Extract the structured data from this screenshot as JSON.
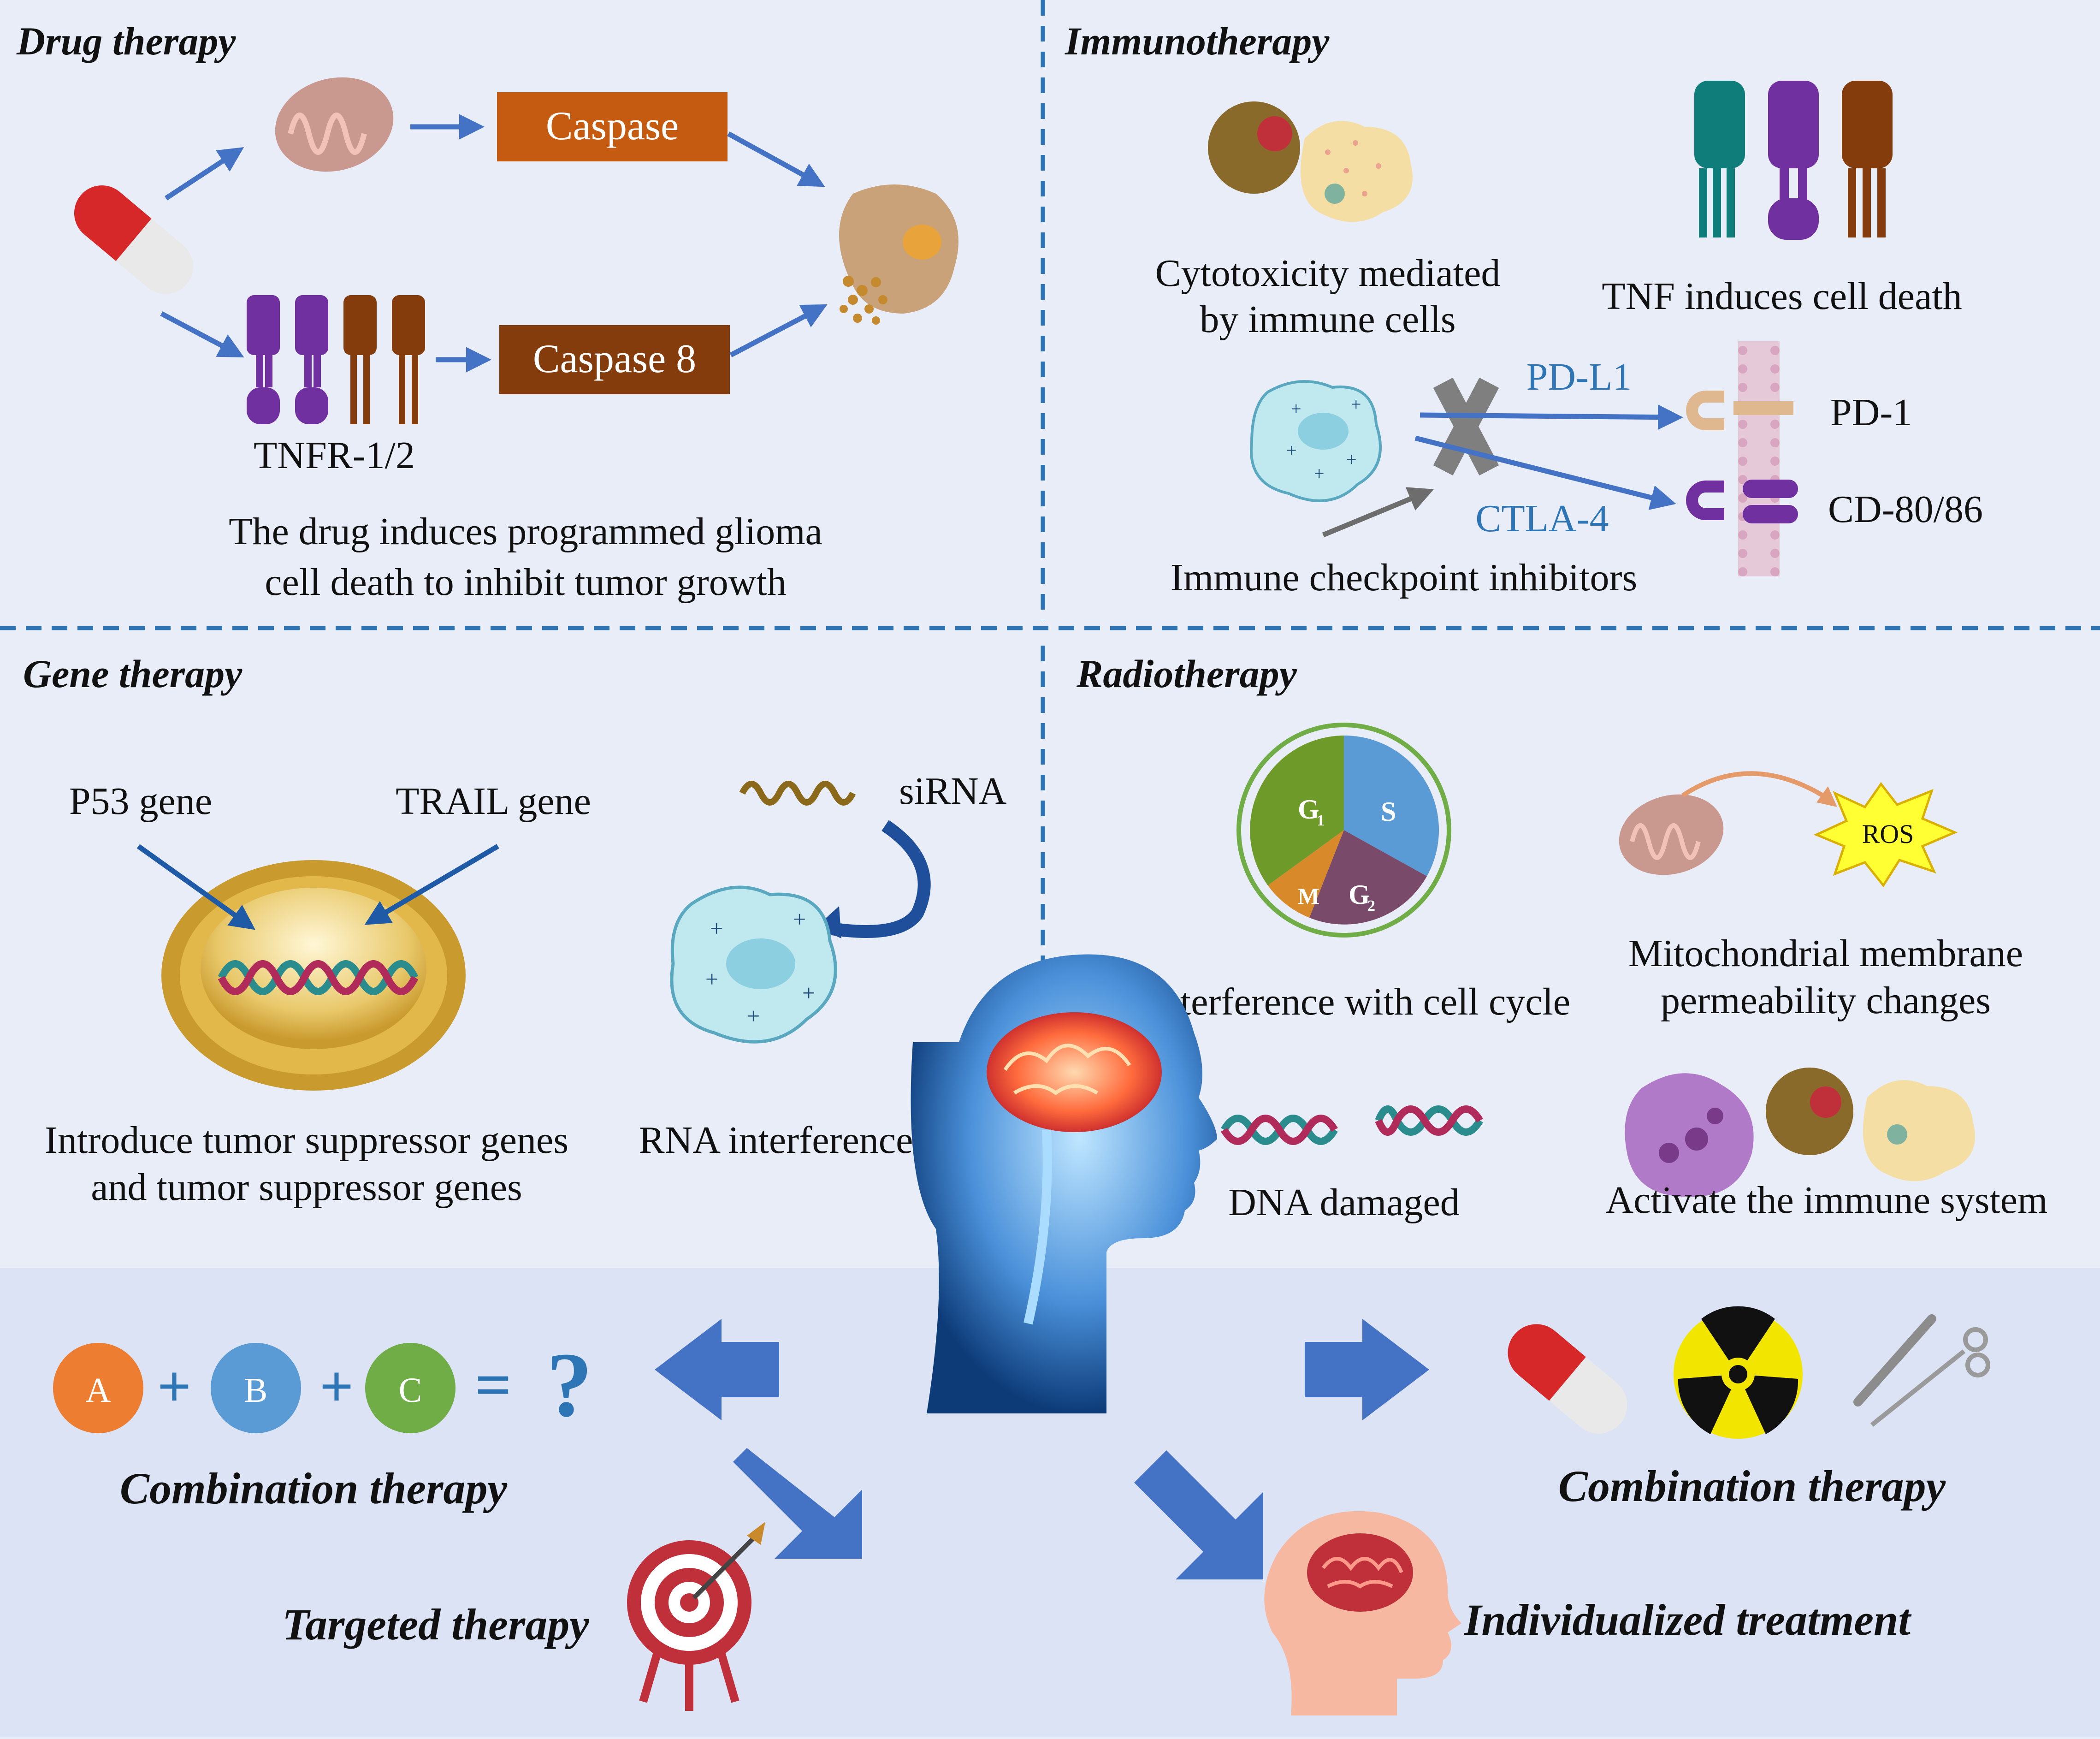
{
  "sections": {
    "drug": {
      "title": "Drug therapy",
      "caspase": "Caspase",
      "caspase8": "Caspase 8",
      "tnfr": "TNFR-1/2",
      "caption_line1": "The drug induces programmed glioma",
      "caption_line2": "cell death to inhibit tumor growth"
    },
    "immuno": {
      "title": "Immunotherapy",
      "cyto_line1": "Cytotoxicity mediated",
      "cyto_line2": "by immune cells",
      "tnf": "TNF induces cell death",
      "pdl1": "PD-L1",
      "pd1": "PD-1",
      "ctla4": "CTLA-4",
      "cd8086": "CD-80/86",
      "checkpoint": "Immune checkpoint inhibitors"
    },
    "gene": {
      "title": "Gene therapy",
      "p53": "P53 gene",
      "trail": "TRAIL gene",
      "sirna": "siRNA",
      "introduce_line1": "Introduce tumor suppressor genes",
      "introduce_line2": "and tumor suppressor genes",
      "rnai": "RNA interference"
    },
    "radio": {
      "title": "Radiotherapy",
      "g1": "G",
      "g1sub": "1",
      "s": "S",
      "m": "M",
      "g2": "G",
      "g2sub": "2",
      "ros": "ROS",
      "cycle": "Interference with cell cycle",
      "mito_line1": "Mitochondrial membrane",
      "mito_line2": "permeability changes",
      "dna": "DNA damaged",
      "immune": "Activate the immune system"
    }
  },
  "bottom": {
    "a": "A",
    "b": "B",
    "c": "C",
    "plus": "+",
    "equals": "=",
    "question": "?",
    "combination_left": "Combination therapy",
    "combination_right": "Combination therapy",
    "targeted": "Targeted therapy",
    "individualized": "Individualized treatment"
  },
  "colors": {
    "background": "#e8edf8",
    "bottom_band": "#dbe3f4",
    "divider": "#2e75b6",
    "arrow": "#4472c4",
    "caspase_box": "#c55a11",
    "caspase8_box": "#843c0c",
    "circle_a": "#ed7d31",
    "circle_b": "#5b9bd5",
    "circle_c": "#70ad47"
  }
}
